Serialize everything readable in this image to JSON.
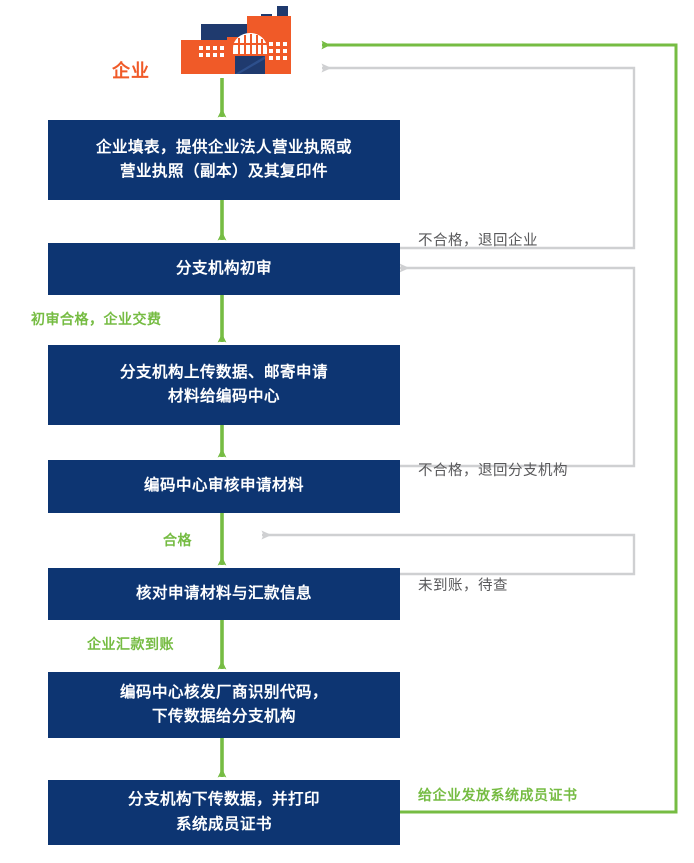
{
  "diagram": {
    "title_actor": "企业",
    "colors": {
      "box_fill": "#0d3572",
      "box_text": "#ffffff",
      "flow_green": "#76bc43",
      "return_gray": "#cfd0d2",
      "gray_text": "#59595b",
      "orange": "#f05a28",
      "navy": "#1f3a6e"
    },
    "steps": [
      {
        "id": "step1",
        "lines": [
          "企业填表，提供企业法人营业执照或",
          "营业执照（副本）及其复印件"
        ]
      },
      {
        "id": "step2",
        "lines": [
          "分支机构初审"
        ]
      },
      {
        "id": "step3",
        "lines": [
          "分支机构上传数据、邮寄申请",
          "材料给编码中心"
        ]
      },
      {
        "id": "step4",
        "lines": [
          "编码中心审核申请材料"
        ]
      },
      {
        "id": "step5",
        "lines": [
          "核对申请材料与汇款信息"
        ]
      },
      {
        "id": "step6",
        "lines": [
          "编码中心核发厂商识别代码，",
          "下传数据给分支机构"
        ]
      },
      {
        "id": "step7",
        "lines": [
          "分支机构下传数据，并打印",
          "系统成员证书"
        ]
      }
    ],
    "flow_labels": [
      {
        "id": "flow1",
        "text": "初审合格，企业交费"
      },
      {
        "id": "flow2",
        "text": "合格"
      },
      {
        "id": "flow3",
        "text": "企业汇款到账"
      },
      {
        "id": "flow4",
        "text": "给企业发放系统成员证书"
      }
    ],
    "return_labels": [
      {
        "id": "ret1",
        "text": "不合格，退回企业"
      },
      {
        "id": "ret2",
        "text": "不合格，退回分支机构"
      },
      {
        "id": "ret3",
        "text": "未到账，待查"
      }
    ],
    "icons": {
      "factory": "factory-icon"
    }
  }
}
